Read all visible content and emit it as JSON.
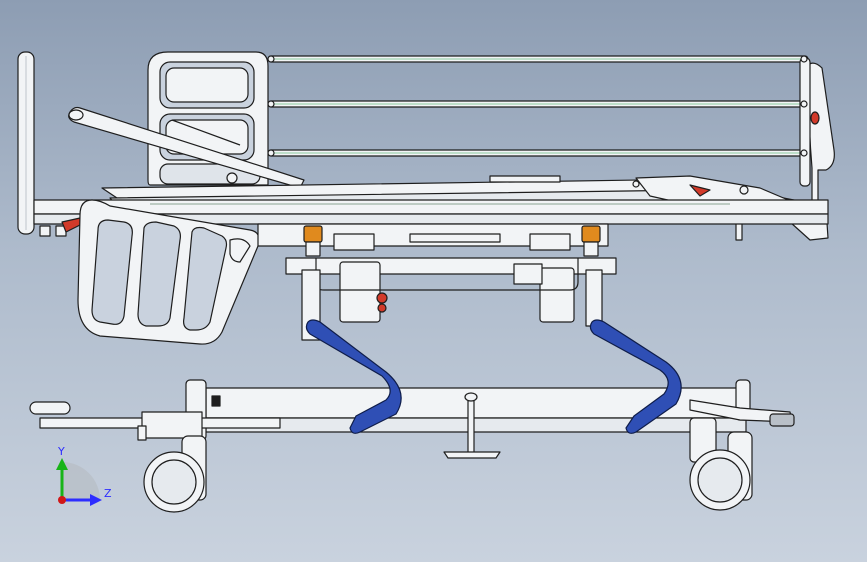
{
  "model": {
    "name": "hospital-bed-side-view",
    "colors": {
      "background_top": "#8d9db3",
      "background_bottom": "#c9d2de",
      "frame": "#f2f4f6",
      "outline": "#1e1e1e",
      "lift_arm": "#2f4fb5",
      "bracket": "#e08a1e",
      "knob": "#d23a2a"
    }
  },
  "triad": {
    "y_label": "Y",
    "z_label": "Z",
    "y_color": "#18b418",
    "z_color": "#2d2dff",
    "origin_color": "#d01818"
  }
}
